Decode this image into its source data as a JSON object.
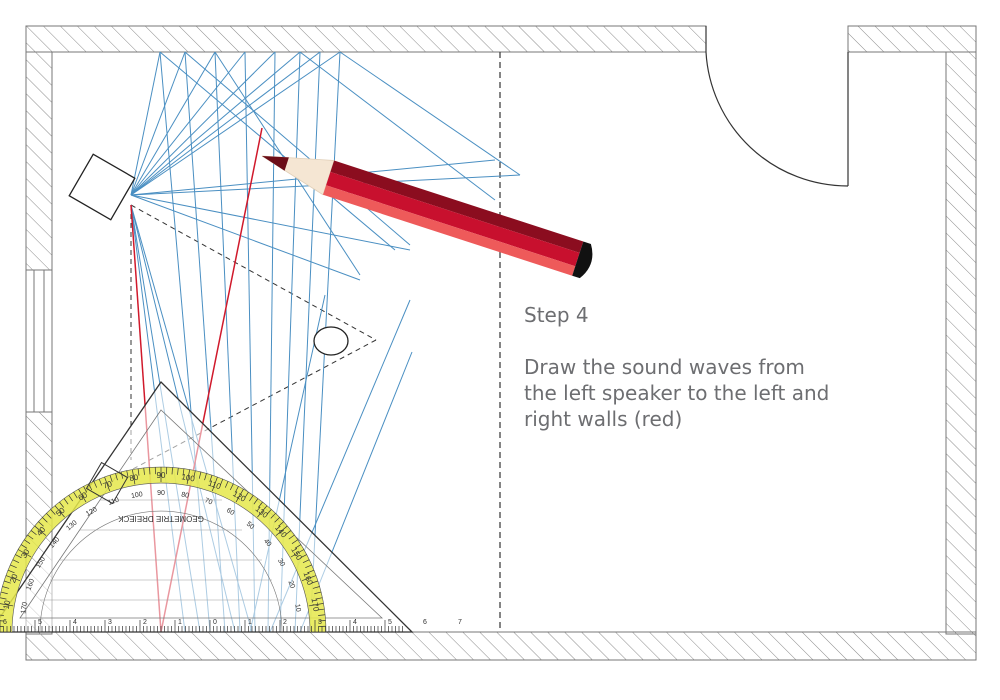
{
  "caption": {
    "step": "Step 4",
    "lines": [
      "Draw the sound waves from",
      "the left speaker to the left and",
      "right walls (red)"
    ]
  },
  "setsquare": {
    "brand": "GEOMETRIE DREIECK",
    "outer_labels": [
      "10",
      "20",
      "30",
      "40",
      "50",
      "60",
      "70",
      "80",
      "90",
      "100",
      "110",
      "120",
      "130",
      "140",
      "150",
      "160",
      "170"
    ],
    "inner_labels": [
      "170",
      "160",
      "150",
      "140",
      "130",
      "120",
      "110",
      "100",
      "90",
      "80",
      "70",
      "60",
      "50",
      "40",
      "30",
      "20",
      "10"
    ],
    "ruler_labels": [
      "6",
      "5",
      "4",
      "3",
      "2",
      "1",
      "0",
      "1",
      "2",
      "3",
      "4",
      "5",
      "6",
      "7"
    ]
  },
  "colors": {
    "wall_hatch": "#808080",
    "blue_lines": "#4a8fc2",
    "red_lines": "#d0192b",
    "pencil_body": "#c8102e",
    "pencil_highlight": "#ee5a5a",
    "pencil_shadow": "#8b0d1f",
    "pencil_tip": "#6b0d18",
    "pencil_wood": "#f5e6d3",
    "protractor_ring": "#e5e84a",
    "caption_text": "#6d6e71"
  },
  "icons": {
    "pencil": "pencil-icon",
    "setsquare": "setsquare-protractor-icon",
    "speaker_left": "speaker-icon",
    "listener": "listener-head-icon",
    "door": "door-swing-icon",
    "window": "window-icon"
  }
}
